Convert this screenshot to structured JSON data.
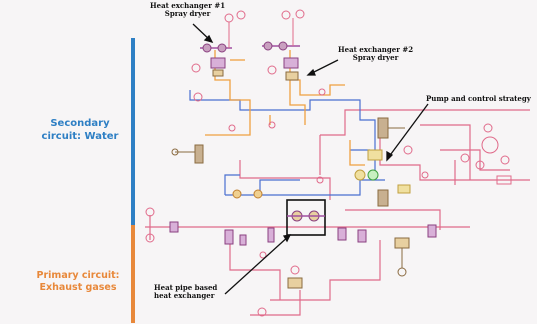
{
  "labels": {
    "hx1_line1": "Heat exchanger #1",
    "hx1_line2": "Spray dryer",
    "hx2_line1": "Heat exchanger #2",
    "hx2_line2": "Spray dryer",
    "pump": "Pump and control strategy",
    "hp_line1": "Heat pipe based",
    "hp_line2": "heat exchanger"
  },
  "circuits": {
    "secondary_line1": "Secondary",
    "secondary_line2": "circuit: Water",
    "primary_line1": "Primary circuit:",
    "primary_line2": "Exhaust gases"
  },
  "colors": {
    "secondary": "#2e7fc4",
    "primary": "#e8883a",
    "water_line": "#4a6fd0",
    "pink_line": "#e06a8a",
    "orange_line": "#f0a040",
    "component": "#8a6a40",
    "valve": "#a050a0",
    "highlight_box": "#111111"
  }
}
